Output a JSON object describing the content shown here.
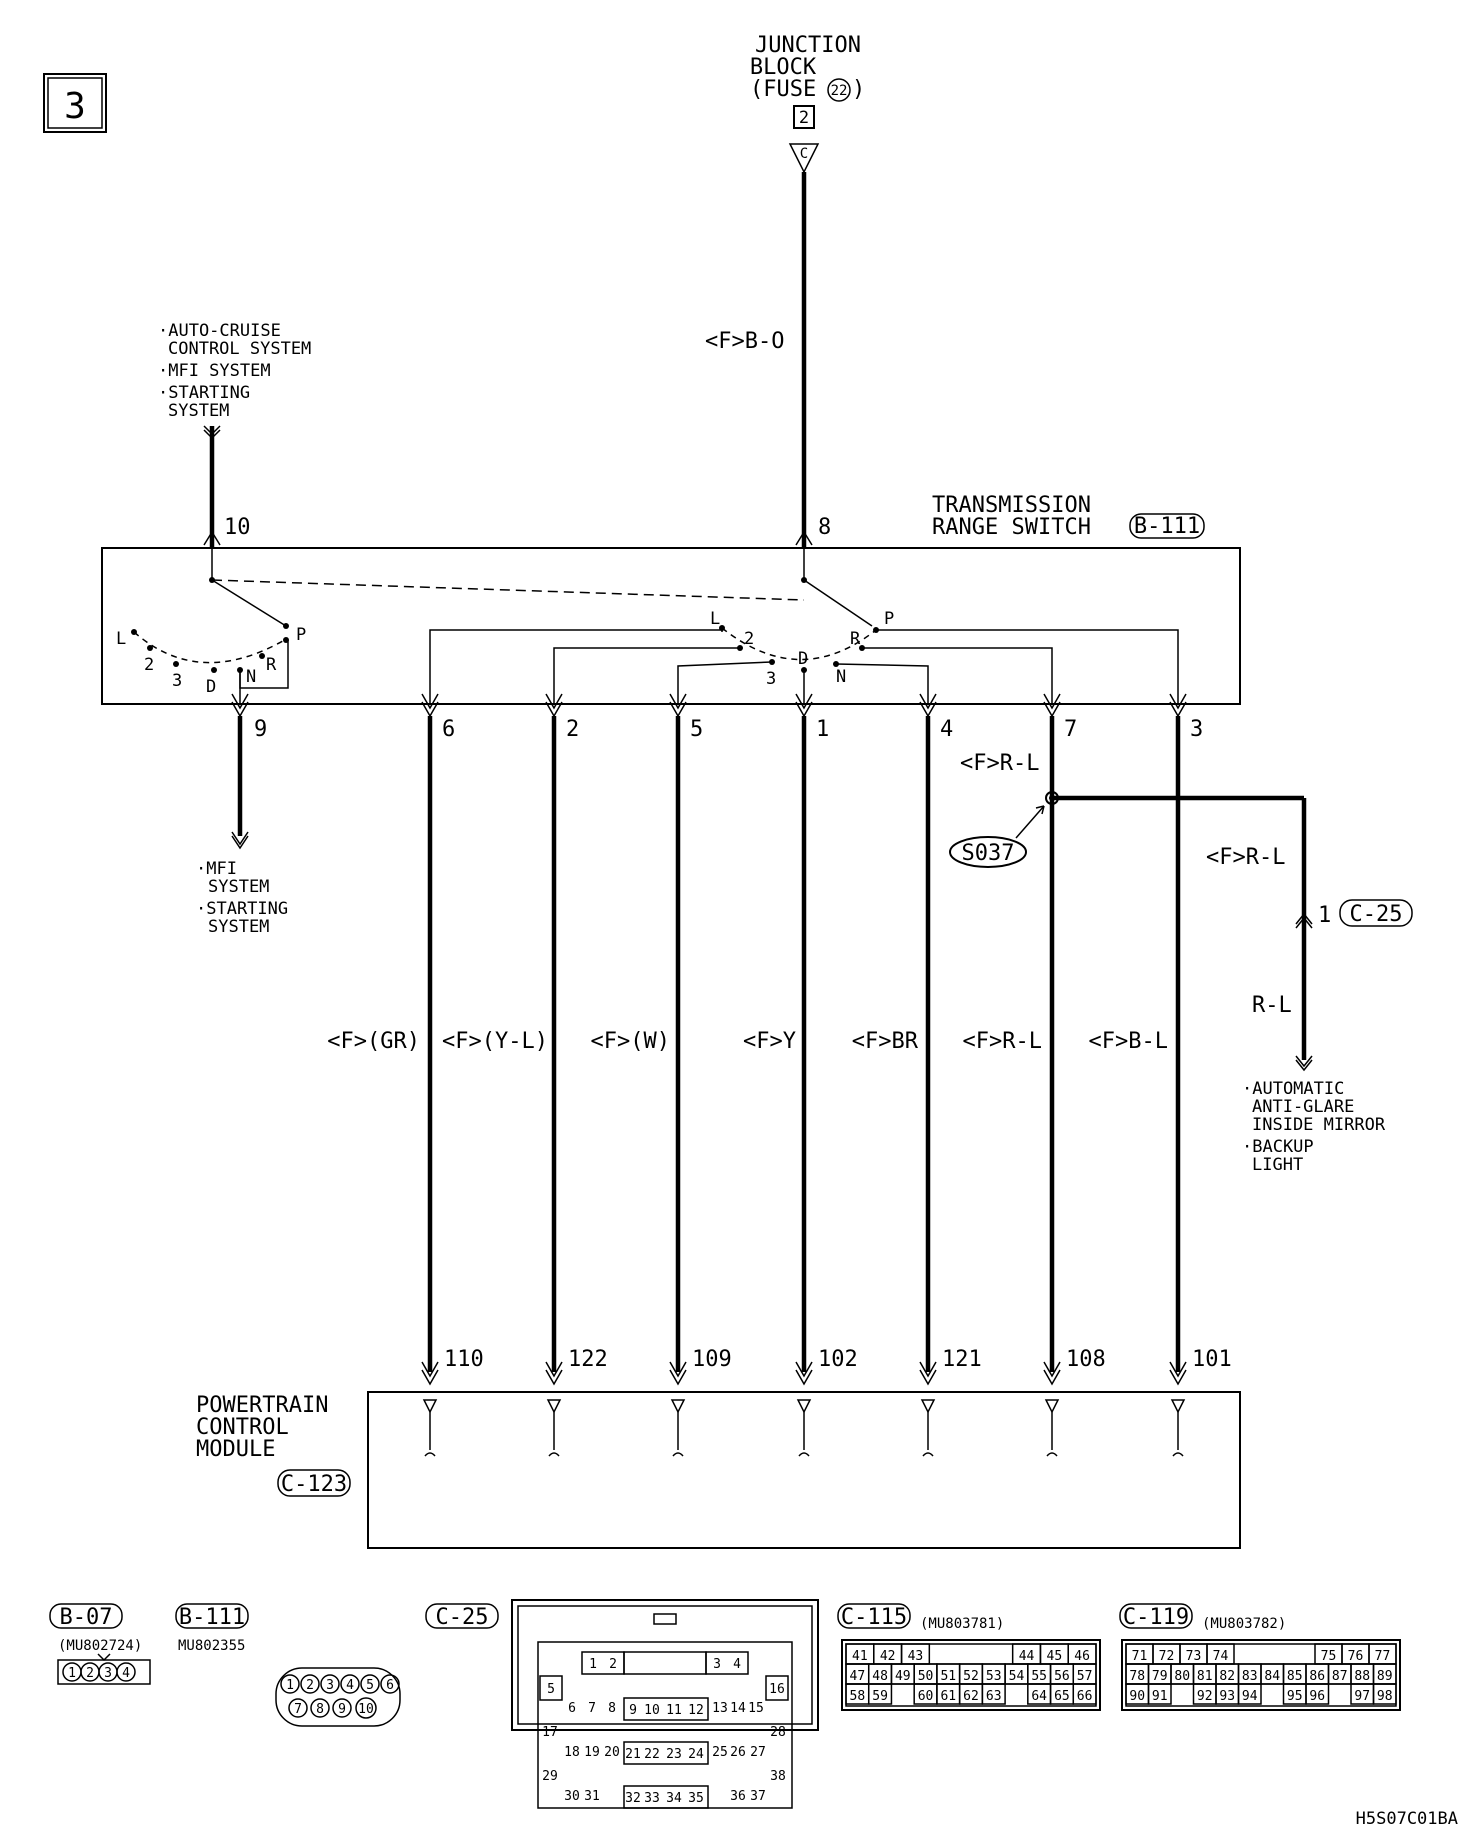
{
  "page_number": "3",
  "junction_block": {
    "line1": "JUNCTION",
    "line2": "BLOCK",
    "line3": "(FUSE",
    "fuse": "22",
    "close": ")",
    "pin": "2",
    "conn": "C"
  },
  "top_wire": "<F>B-O",
  "upper_left": {
    "l1": "·AUTO-CRUISE",
    "l2": "CONTROL SYSTEM",
    "l3": "·MFI SYSTEM",
    "l4": "·STARTING",
    "l5": "SYSTEM"
  },
  "trs": {
    "line1": "TRANSMISSION",
    "line2": "RANGE SWITCH",
    "conn": "B-111"
  },
  "switch_left": {
    "L": "L",
    "two": "2",
    "three": "3",
    "D": "D",
    "N": "N",
    "R": "R",
    "P": "P"
  },
  "switch_right": {
    "L": "L",
    "two": "2",
    "three": "3",
    "D": "D",
    "N": "N",
    "R": "R",
    "P": "P"
  },
  "pins_top": {
    "p10": "10",
    "p8": "8"
  },
  "pins_bottom": [
    "9",
    "6",
    "2",
    "5",
    "1",
    "4",
    "7",
    "3"
  ],
  "lower_left": {
    "l1": "·MFI",
    "l2": "SYSTEM",
    "l3": "·STARTING",
    "l4": "SYSTEM"
  },
  "branch": {
    "r1": "<F>R-L",
    "splice": "S037",
    "r2": "<F>R-L",
    "pin": "1",
    "conn": "C-25",
    "r3": "R-L"
  },
  "right_dest": {
    "l1": "·AUTOMATIC",
    "l2": "ANTI-GLARE",
    "l3": "INSIDE MIRROR",
    "l4": "·BACKUP",
    "l5": "LIGHT"
  },
  "wire_colors": [
    "<F>(GR)",
    "<F>(Y-L)",
    "<F>(W)",
    "<F>Y",
    "<F>BR",
    "<F>R-L",
    "<F>B-L"
  ],
  "pcm_pins": [
    "110",
    "122",
    "109",
    "102",
    "121",
    "108",
    "101"
  ],
  "pcm": {
    "l1": "POWERTRAIN",
    "l2": "CONTROL",
    "l3": "MODULE",
    "conn": "C-123"
  },
  "connectors": {
    "b07": {
      "name": "B-07",
      "part": "(MU802724)",
      "pins": [
        "1",
        "2",
        "3",
        "4"
      ]
    },
    "b111": {
      "name": "B-111",
      "part": "MU802355",
      "pins": [
        "1",
        "2",
        "3",
        "4",
        "5",
        "6",
        "7",
        "8",
        "9",
        "10"
      ]
    },
    "c25": {
      "name": "C-25",
      "pins": [
        "1",
        "2",
        "3",
        "4",
        "5",
        "6",
        "7",
        "8",
        "9",
        "10",
        "11",
        "12",
        "13",
        "14",
        "15",
        "16",
        "17",
        "18",
        "19",
        "20",
        "21",
        "22",
        "23",
        "24",
        "25",
        "26",
        "27",
        "28",
        "29",
        "30",
        "31",
        "32",
        "33",
        "34",
        "35",
        "36",
        "37",
        "38"
      ]
    },
    "c115": {
      "name": "C-115",
      "part": "(MU803781)",
      "rows": [
        [
          "41",
          "42",
          "43",
          "",
          "",
          "",
          "44",
          "45",
          "46"
        ],
        [
          "47",
          "48",
          "49",
          "50",
          "51",
          "52",
          "53",
          "54",
          "55",
          "56",
          "57"
        ],
        [
          "58",
          "59",
          "",
          "60",
          "61",
          "62",
          "63",
          "",
          "64",
          "65",
          "66"
        ]
      ]
    },
    "c119": {
      "name": "C-119",
      "part": "(MU803782)",
      "rows": [
        [
          "71",
          "72",
          "73",
          "74",
          "",
          "",
          "",
          "75",
          "76",
          "77"
        ],
        [
          "78",
          "79",
          "80",
          "81",
          "82",
          "83",
          "84",
          "85",
          "86",
          "87",
          "88",
          "89"
        ],
        [
          "90",
          "91",
          "",
          "92",
          "93",
          "94",
          "",
          "95",
          "96",
          "",
          "97",
          "98"
        ]
      ]
    }
  },
  "code": "H5S07C01BA"
}
